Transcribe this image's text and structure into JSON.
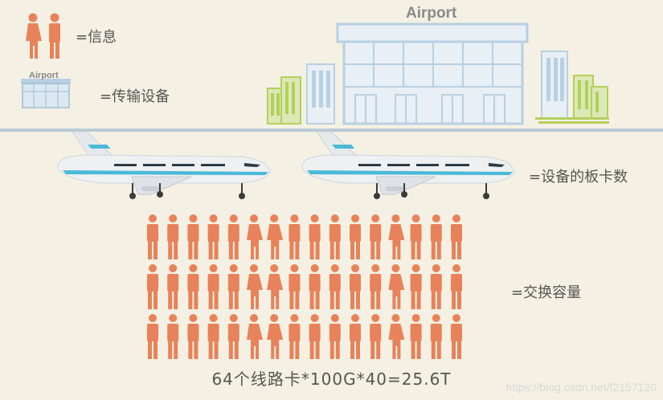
{
  "colors": {
    "background": "#f4f0e3",
    "person": "#e8825a",
    "building": "#b8d0e2",
    "building_dark": "#9fbdd4",
    "small_building": "#b5cf5a",
    "plane_body": "#eef0f2",
    "plane_stripe": "#4bb9d8",
    "ground_line": "#b8cad6",
    "text": "#555555"
  },
  "legend": {
    "info_label": "=信息",
    "transport_label": "=传输设备",
    "board_label": "=设备的板卡数",
    "capacity_label": "=交换容量"
  },
  "airport": {
    "main_sign": "Airport",
    "small_sign": "Airport"
  },
  "formula": "64个线路卡*100G*40=25.6T",
  "watermark": "https://blog.csdn.net/f2157120",
  "crowd": {
    "rows": 3,
    "columns": 16,
    "icon": "person-icon"
  },
  "planes": {
    "count": 2,
    "icon": "airplane-icon"
  }
}
